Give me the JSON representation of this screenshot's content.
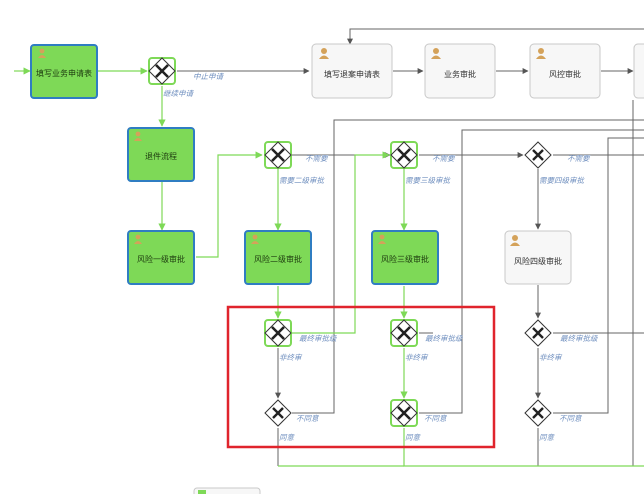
{
  "colors": {
    "active_fill": "#7ed957",
    "active_border": "#2f7dc2",
    "idle_fill": "#f7f7f7",
    "idle_border": "#c8c8c8",
    "active_flow": "#7ed957",
    "idle_flow": "#666666",
    "gateway_active_border": "#7ed957",
    "label": "#6f8fbf",
    "highlight": "#e0242c"
  },
  "tasks": {
    "fill_application": "填写业务申请表",
    "fill_return": "填写退案申请表",
    "business_review": "业务审批",
    "risk_review": "风控审批",
    "send_back": "退件流程",
    "risk_level1": "风险一级审批",
    "risk_level2": "风险二级审批",
    "risk_level3": "风险三级审批",
    "risk_level4": "风险四级审批"
  },
  "labels": {
    "terminate": "中止申请",
    "continue": "继续申请",
    "no_need_1": "不需要",
    "need_level2": "需要二级审批",
    "no_need_2": "不需要",
    "need_level3": "需要三级审批",
    "no_need_3": "不需要",
    "need_level4": "需要四级审批",
    "final_level_a": "最终审批级",
    "final_level_b": "最终审批级",
    "final_level_c": "最终审批级",
    "not_final_a": "非终审",
    "not_final_b": "非终审",
    "not_final_c": "非终审",
    "reject_a": "不同意",
    "reject_b": "不同意",
    "reject_c": "不同意",
    "agree_a": "同意",
    "agree_b": "同意",
    "agree_c": "同意"
  }
}
